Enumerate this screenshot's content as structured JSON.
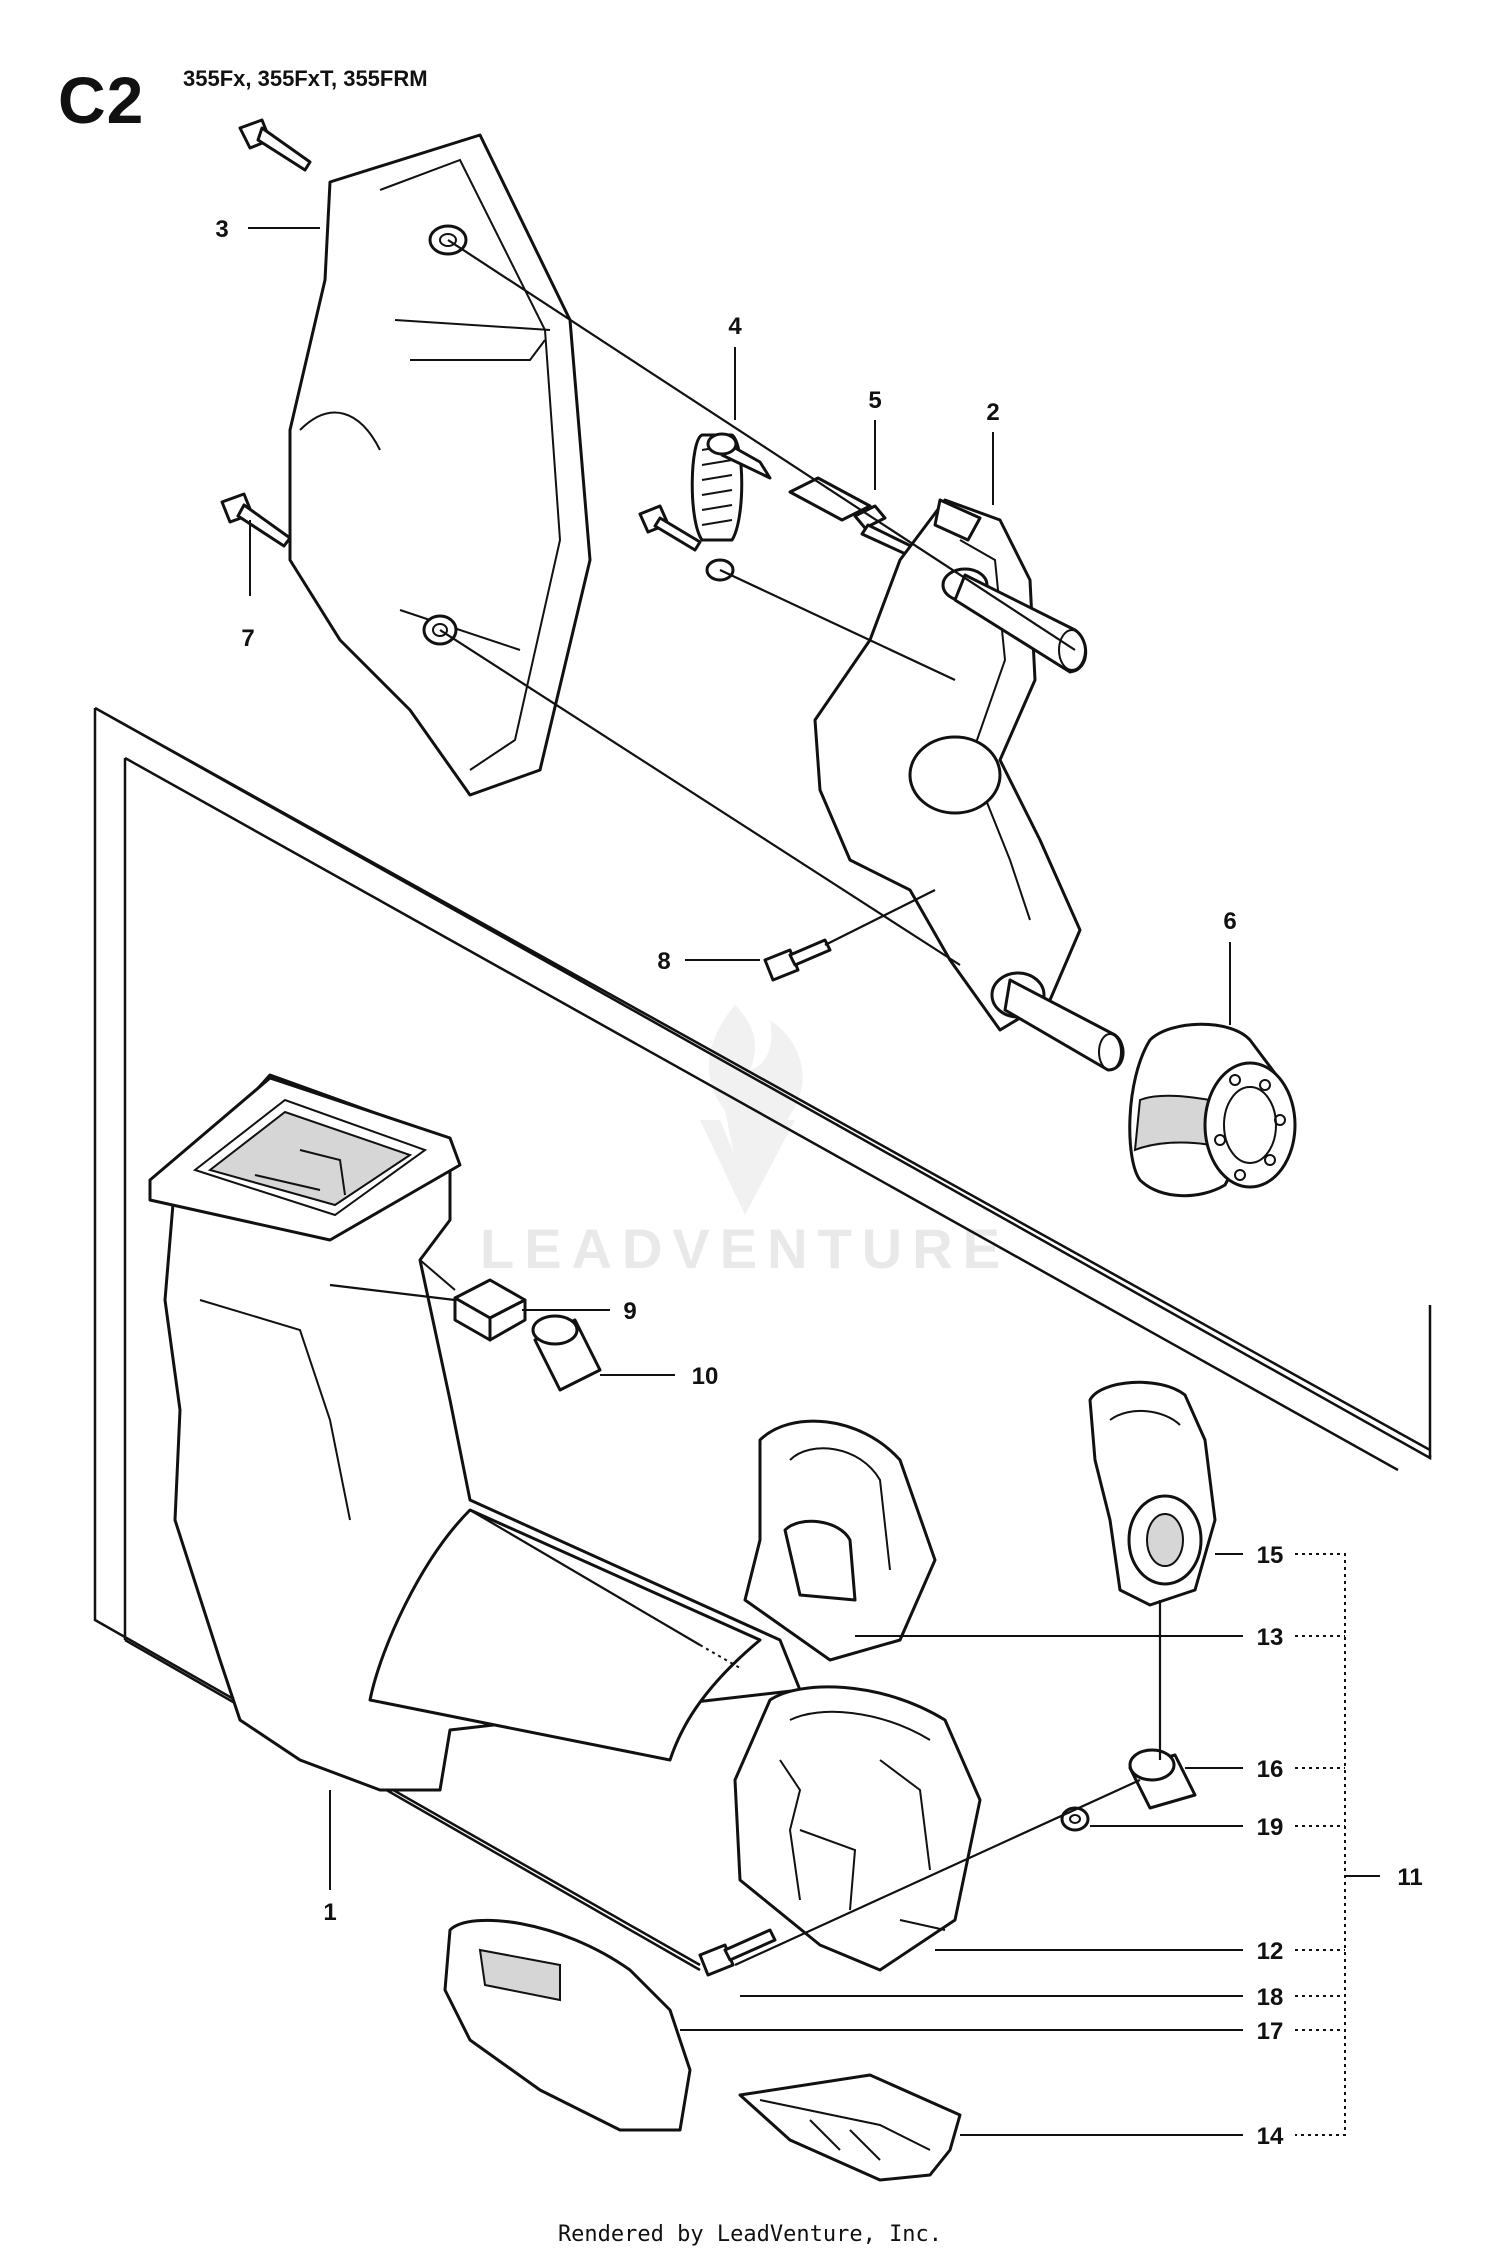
{
  "header": {
    "sheet_id": "C2",
    "models": "355Fx, 355FxT, 355FRM"
  },
  "watermark": {
    "brand": "LEADVENTURE",
    "logo_icon": "leadventure-flame-logo"
  },
  "callouts": [
    "1",
    "2",
    "3",
    "4",
    "5",
    "6",
    "7",
    "8",
    "9",
    "10",
    "11",
    "12",
    "13",
    "14",
    "15",
    "16",
    "17",
    "18",
    "19"
  ],
  "footer": {
    "credit": "Rendered by LeadVenture, Inc."
  }
}
